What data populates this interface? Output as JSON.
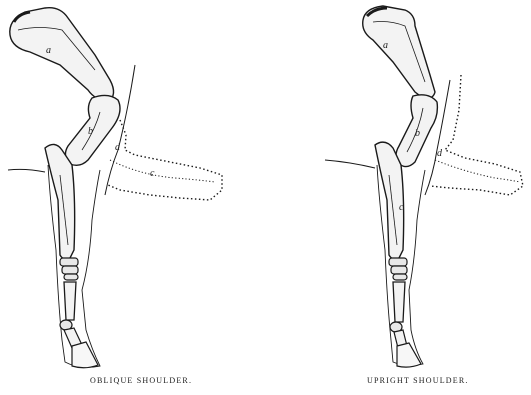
{
  "figures": [
    {
      "caption": "OBLIQUE SHOULDER.",
      "labels": {
        "a": "a",
        "b": "b",
        "c": "c",
        "d": "d"
      }
    },
    {
      "caption": "UPRIGHT SHOULDER.",
      "labels": {
        "a": "a",
        "b": "b",
        "c": "c",
        "d": "d"
      }
    }
  ],
  "colors": {
    "ink": "#1a1a1a",
    "paper": "#ffffff"
  }
}
